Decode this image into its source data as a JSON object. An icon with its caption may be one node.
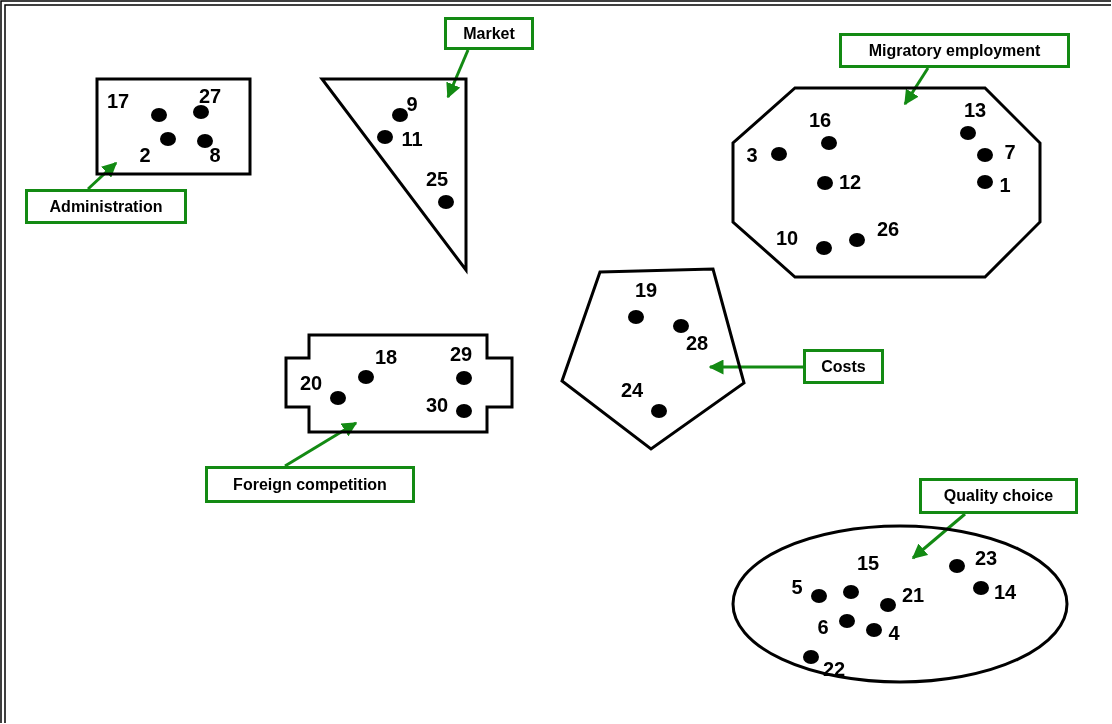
{
  "diagram": {
    "nodes": [
      {
        "text": [
          "Market"
        ]
      },
      {
        "text": [
          "Migratory employment"
        ]
      },
      {
        "text": [
          "17",
          "27",
          "2",
          "8"
        ]
      },
      {
        "text": [
          "9",
          "11",
          "25"
        ]
      },
      {
        "text": [
          "16",
          "13",
          "3",
          "7",
          "12",
          "1",
          "10",
          "26"
        ]
      },
      {
        "text": [
          "Administration"
        ]
      },
      {
        "text": [
          "19",
          "28",
          "24"
        ]
      },
      {
        "text": [
          "18",
          "29",
          "20",
          "30"
        ]
      },
      {
        "text": [
          "Costs"
        ]
      },
      {
        "text": [
          "Foreign competition"
        ]
      },
      {
        "text": [
          "Quality choice"
        ]
      },
      {
        "text": [
          "15",
          "23",
          "5",
          "21",
          "14",
          "6",
          "4",
          "22"
        ]
      }
    ],
    "edges": [
      {
        "from": 0,
        "to": 3,
        "arrow": "to"
      },
      {
        "from": 1,
        "to": 4,
        "arrow": "to"
      },
      {
        "from": 5,
        "to": 2,
        "arrow": "to"
      },
      {
        "from": 8,
        "to": 6,
        "arrow": "to"
      },
      {
        "from": 9,
        "to": 7,
        "arrow": "to"
      },
      {
        "from": 10,
        "to": 11,
        "arrow": "to"
      }
    ]
  }
}
